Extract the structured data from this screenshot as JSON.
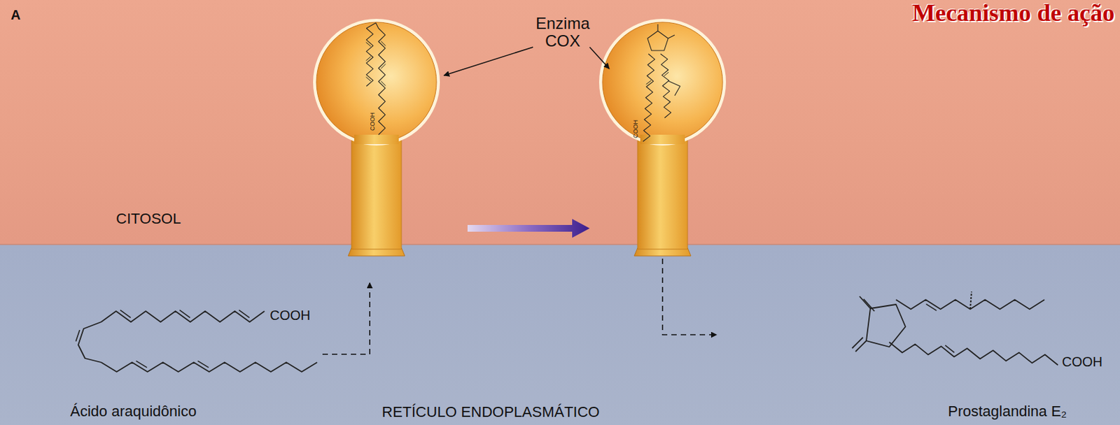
{
  "diagram": {
    "title": "Mecanismo de ação",
    "nodes": [
      {
        "text": [
          "A"
        ]
      },
      {
        "text": [
          "CITOSOL"
        ]
      },
      {
        "text": [
          "RETÍCULO ENDOPLASMÁTICO"
        ]
      }
    ],
    "labels": [
      "Enzima COX",
      "COOH",
      "COOH",
      "COOH",
      "Ácido araquidônico",
      "Prostaglandina E₂",
      "COOH"
    ]
  }
}
